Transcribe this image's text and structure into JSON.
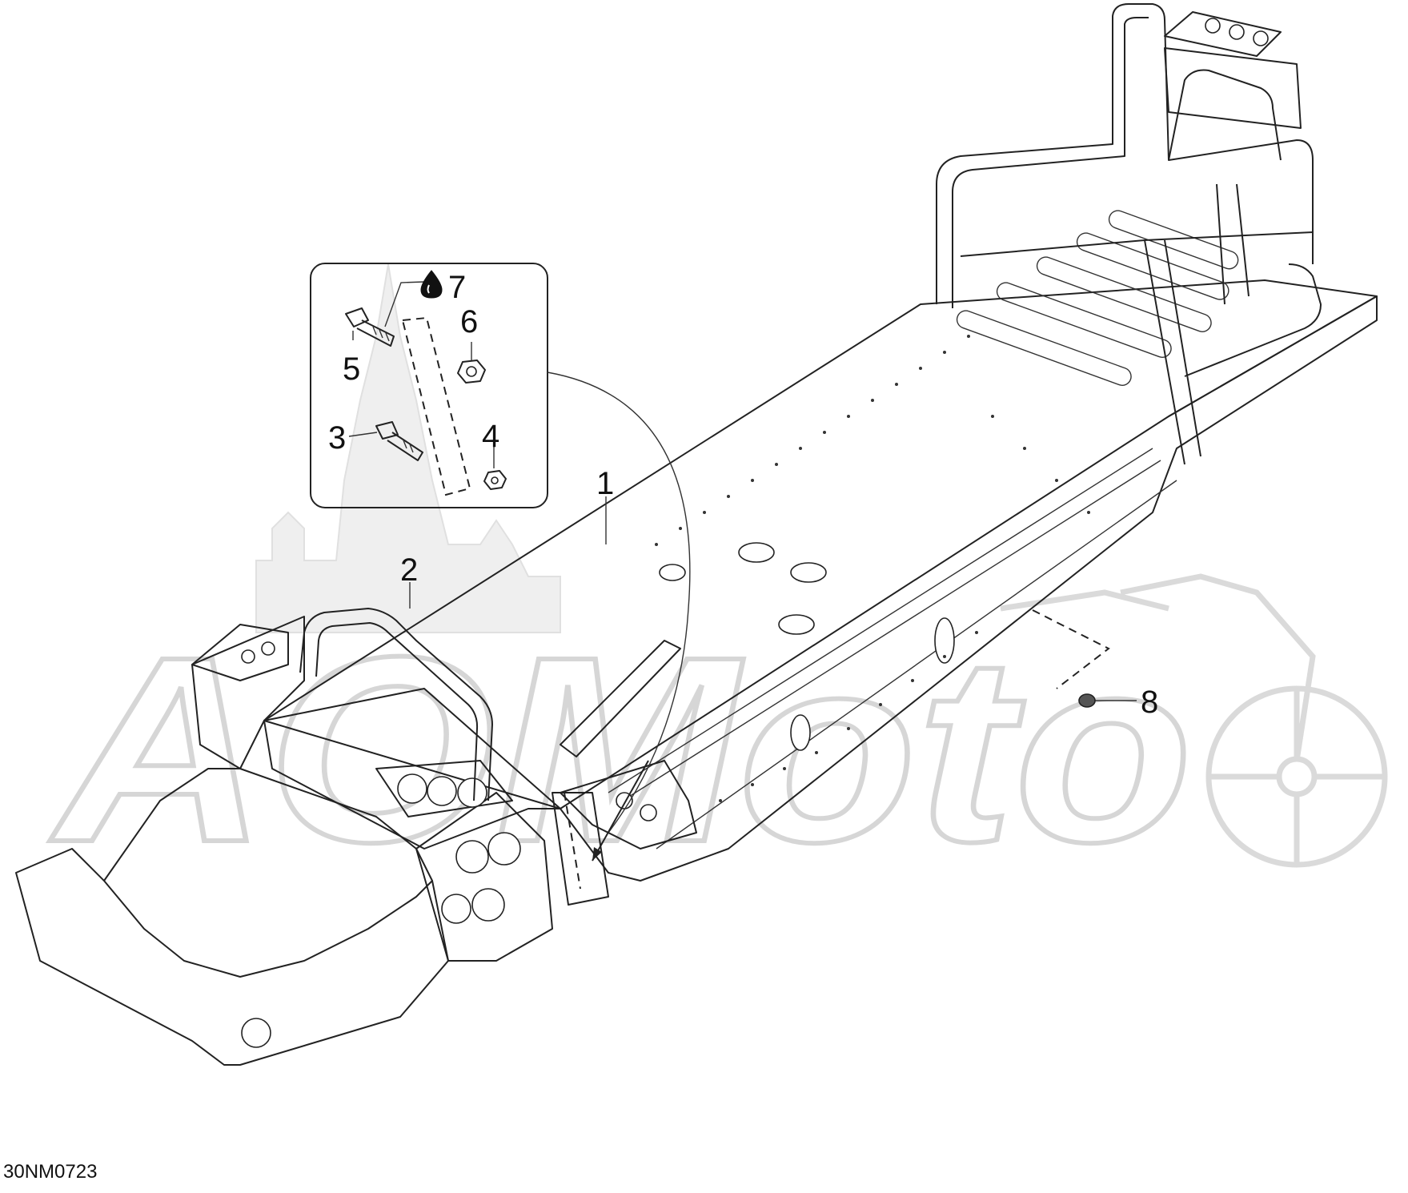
{
  "watermark": {
    "text": "AOMoto"
  },
  "callouts": [
    {
      "id": "1",
      "label": "1"
    },
    {
      "id": "2",
      "label": "2"
    },
    {
      "id": "3",
      "label": "3"
    },
    {
      "id": "4",
      "label": "4"
    },
    {
      "id": "5",
      "label": "5"
    },
    {
      "id": "6",
      "label": "6"
    },
    {
      "id": "7",
      "label": "7"
    },
    {
      "id": "8",
      "label": "8"
    }
  ],
  "icons": {
    "adhesive": "drop-icon"
  },
  "diagram_code": "30NM0723"
}
